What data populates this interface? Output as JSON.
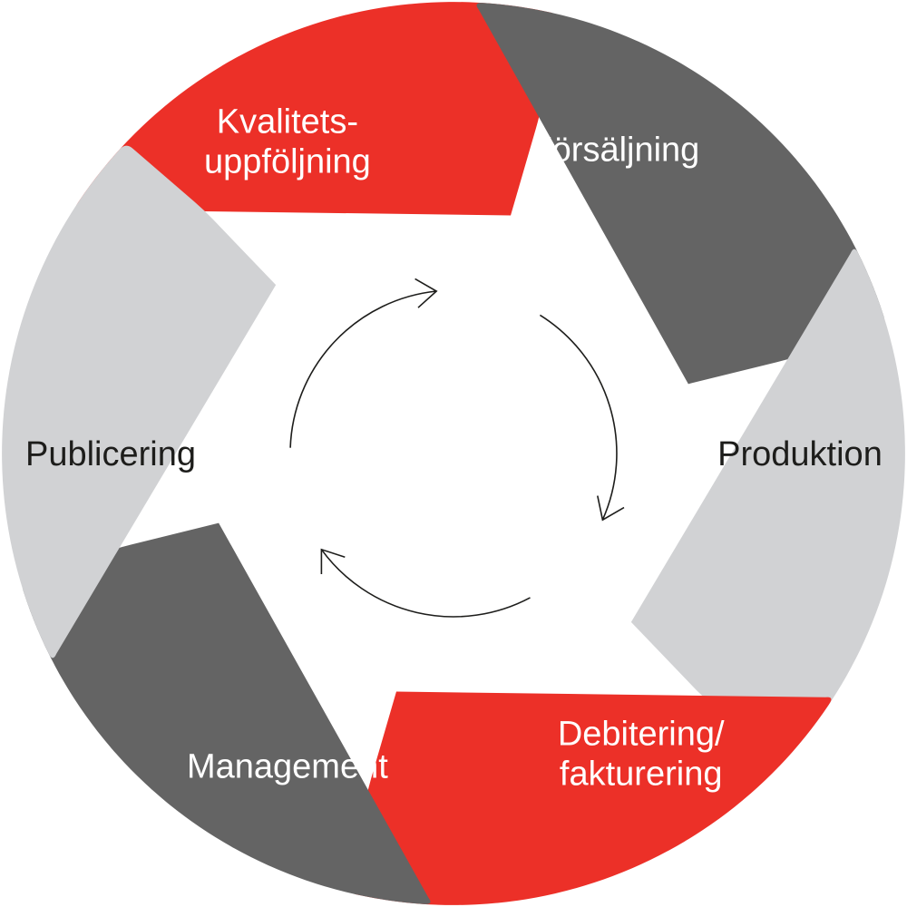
{
  "segments": [
    {
      "id": "kvalitet",
      "lines": [
        "Kvalitets-",
        "uppföljning"
      ],
      "fill": "#ec3028",
      "text_color": "#ffffff"
    },
    {
      "id": "forsaljning",
      "lines": [
        "Försäljning"
      ],
      "fill": "#646464",
      "text_color": "#ffffff"
    },
    {
      "id": "produktion",
      "lines": [
        "Produktion"
      ],
      "fill": "#d1d2d4",
      "text_color": "#1d1d1b"
    },
    {
      "id": "debitering",
      "lines": [
        "Debitering/",
        "fakturering"
      ],
      "fill": "#ec3028",
      "text_color": "#ffffff"
    },
    {
      "id": "management",
      "lines": [
        "Management"
      ],
      "fill": "#646464",
      "text_color": "#ffffff"
    },
    {
      "id": "publicering",
      "lines": [
        "Publicering"
      ],
      "fill": "#d1d2d4",
      "text_color": "#1d1d1b"
    }
  ],
  "inner_cycle": {
    "arrow_count": 3,
    "direction": "clockwise",
    "stroke": "#1d1d1b"
  }
}
